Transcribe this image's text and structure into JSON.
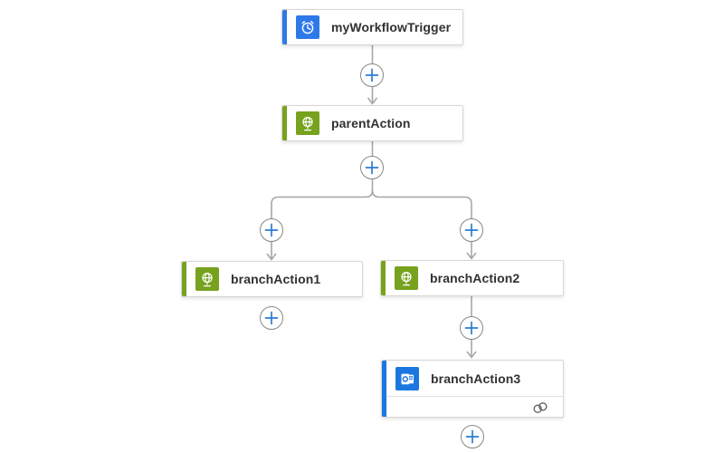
{
  "colors": {
    "canvas_background": "#ffffff",
    "connector_gray": "#a6a6a6",
    "plus_blue": "#2b7cd3",
    "plus_circle_border": "#8a8886",
    "card_border": "#d8d6d4",
    "card_text": "#323130",
    "trigger_accent_blue": "#2e79e8",
    "http_action_green": "#76a21d",
    "outlook_action_blue": "#1b77e0",
    "footer_icon_gray": "#5f5e5a"
  },
  "nodes": {
    "trigger": {
      "label": "myWorkflowTrigger",
      "icon": "recurrence-clock-icon",
      "accent": "#2e79e8"
    },
    "parent": {
      "label": "parentAction",
      "icon": "http-globe-icon",
      "accent": "#76a21d"
    },
    "branch1": {
      "label": "branchAction1",
      "icon": "http-globe-icon",
      "accent": "#76a21d"
    },
    "branch2": {
      "label": "branchAction2",
      "icon": "http-globe-icon",
      "accent": "#76a21d"
    },
    "branch3": {
      "label": "branchAction3",
      "icon": "outlook-mail-icon",
      "accent": "#1b77e0",
      "footer_icon": "connection-icon"
    }
  },
  "plus_buttons": {
    "count": 7,
    "glyph": "+",
    "tooltip_role": "insert-step"
  }
}
